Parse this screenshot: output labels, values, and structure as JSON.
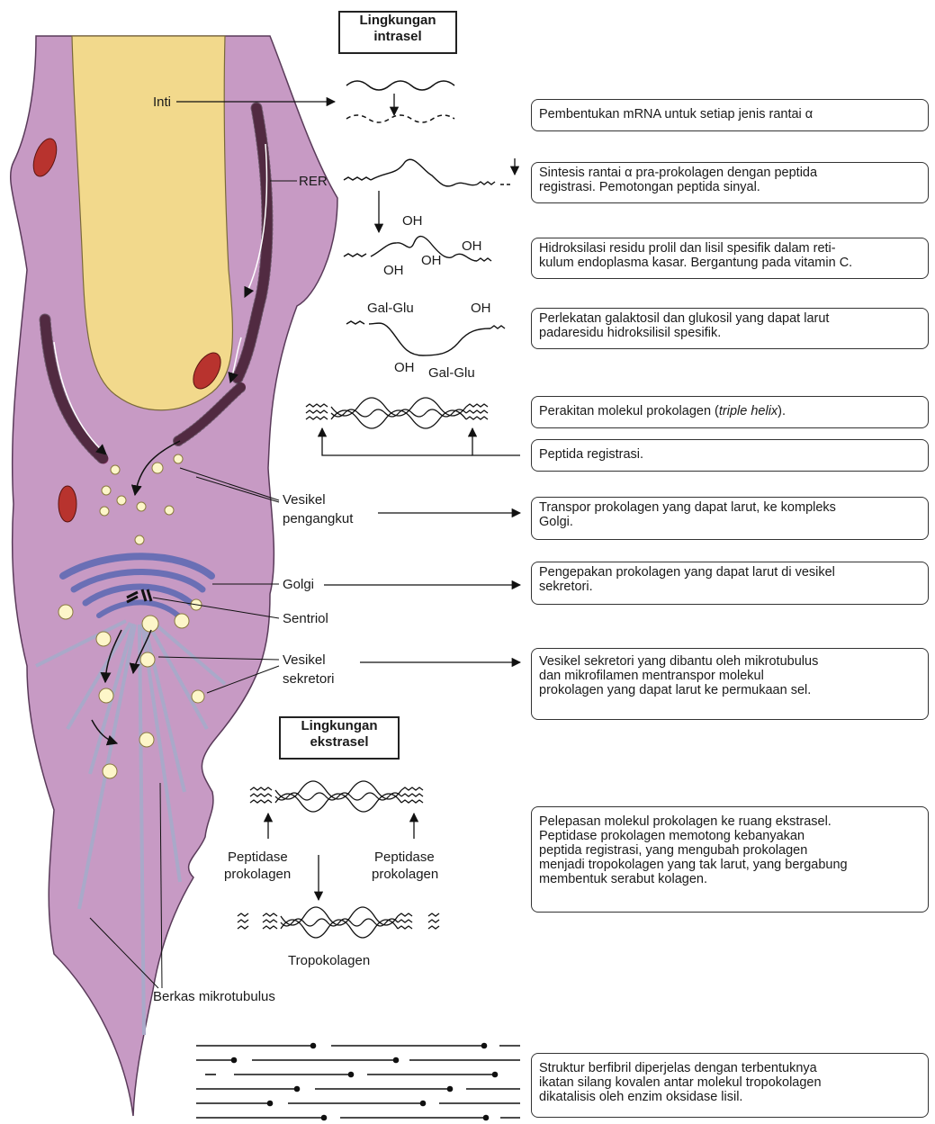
{
  "headings": {
    "intracellular": [
      "Lingkungan",
      "intrasel"
    ],
    "extracellular": [
      "Lingkungan",
      "ekstrasel"
    ]
  },
  "cell_labels": {
    "nucleus": "Inti",
    "rer": "RER",
    "transport_vesicles": [
      "Vesikel",
      "pengangkut"
    ],
    "golgi": "Golgi",
    "centriole": "Sentriol",
    "secretory_vesicles": [
      "Vesikel",
      "sekretori"
    ],
    "microtubules": "Berkas mikrotubulus"
  },
  "chem_labels": {
    "oh": "OH",
    "gal_glu": "Gal-Glu",
    "peptidase": [
      "Peptidase",
      "prokolagen"
    ],
    "tropocollagen": "Tropokolagen"
  },
  "steps": [
    {
      "lines": [
        "Pembentukan mRNA untuk setiap jenis rantai α"
      ]
    },
    {
      "lines": [
        "Sintesis rantai α pra-prokolagen dengan peptida",
        "registrasi. Pemotongan peptida  sinyal."
      ]
    },
    {
      "lines": [
        "Hidroksilasi residu prolil dan lisil spesifik dalam reti-",
        "kulum endoplasma kasar. Bergantung pada vitamin C."
      ]
    },
    {
      "lines": [
        "Perlekatan galaktosil dan glukosil yang dapat larut",
        "padaresidu hidroksilisil spesifik."
      ]
    },
    {
      "lines": [
        "Perakitan molekul prokolagen (",
        "triple helix",
        ")."
      ]
    },
    {
      "lines": [
        "Peptida  registrasi."
      ]
    },
    {
      "lines": [
        "Transpor prokolagen yang dapat larut, ke kompleks",
        "Golgi."
      ]
    },
    {
      "lines": [
        "Pengepakan prokolagen yang dapat larut di vesikel",
        "sekretori."
      ]
    },
    {
      "lines": [
        "Vesikel sekretori yang dibantu oleh mikrotubulus",
        "dan mikrofilamen mentranspor molekul",
        "prokolagen yang dapat larut ke permukaan sel."
      ]
    },
    {
      "lines": [
        "Pelepasan molekul prokolagen ke ruang ekstrasel.",
        "Peptidase prokolagen memotong kebanyakan",
        "peptida  registrasi, yang mengubah prokolagen",
        "menjadi tropokolagen yang tak larut, yang bergabung",
        "membentuk serabut kolagen."
      ]
    },
    {
      "lines": [
        "Struktur berfibril diperjelas dengan terbentuknya",
        "ikatan silang kovalen antar molekul tropokolagen",
        "dikatalisis oleh enzim oksidase lisil."
      ]
    }
  ],
  "colors": {
    "cytoplasm": "#c79ac4",
    "cytoplasm_outline": "#5a3b5a",
    "nucleus": "#f2d98c",
    "rer": "#8a3466",
    "mitochondria": "#b8332e",
    "golgi": "#6a6fb5",
    "vesicle": "#fdf6c9",
    "microtubule": "#a9a9c9"
  }
}
